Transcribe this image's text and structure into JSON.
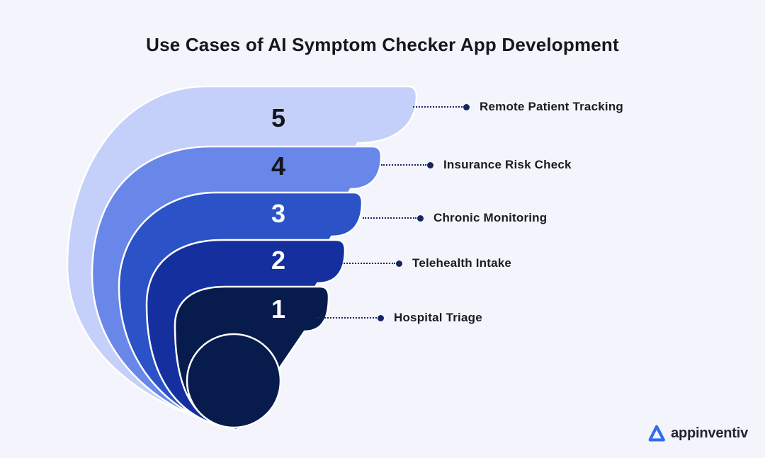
{
  "title": "Use Cases of AI Symptom Checker App Development",
  "background_color": "#f4f5fc",
  "diagram": {
    "type": "numbered-fan-spiral",
    "items": [
      {
        "number": "5",
        "label": "Remote Patient Tracking",
        "color": "#c4d0fa"
      },
      {
        "number": "4",
        "label": "Insurance Risk Check",
        "color": "#6987e9"
      },
      {
        "number": "3",
        "label": "Chronic Monitoring",
        "color": "#2b52c6"
      },
      {
        "number": "2",
        "label": "Telehealth Intake",
        "color": "#15309e"
      },
      {
        "number": "1",
        "label": "Hospital Triage",
        "color": "#071b4d"
      }
    ],
    "center_circle_color": "#071b4d",
    "leader_color": "#16265e",
    "separator_color": "#ffffff"
  },
  "footer": {
    "logo_text": "appinventiv",
    "logo_color": "#2e6bf3"
  }
}
